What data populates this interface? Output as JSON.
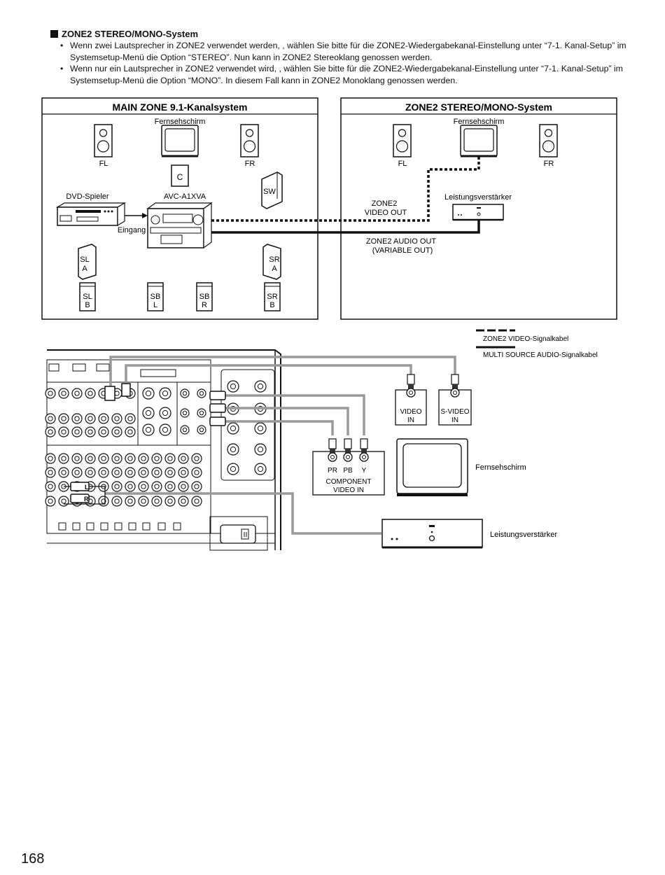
{
  "section": {
    "heading": "ZONE2 STEREO/MONO-System",
    "bullets": [
      "Wenn zwei Lautsprecher in ZONE2 verwendet werden, , wählen Sie bitte für die ZONE2-Wiedergabekanal-Einstellung unter “7-1. Kanal-Setup” im Systemsetup-Menü die Option “STEREO”. Nun kann in ZONE2 Stereoklang genossen werden.",
      "Wenn nur ein Lautsprecher in ZONE2 verwendet wird, , wählen Sie bitte für die ZONE2-Wiedergabekanal-Einstellung unter “7-1. Kanal-Setup” im Systemsetup-Menü die Option “MONO”. In diesem Fall kann in ZONE2 Monoklang genossen werden."
    ]
  },
  "main_zone": {
    "title": "MAIN ZONE 9.1-Kanalsystem",
    "tv": "Fernsehschirm",
    "fl": "FL",
    "fr": "FR",
    "c": "C",
    "sw": "SW",
    "dvd": "DVD-Spieler",
    "receiver": "AVC-A1XVA",
    "input": "Eingang",
    "sl": "SL",
    "sr": "SR",
    "sb": "SB",
    "a": "A",
    "b": "B",
    "l": "L",
    "r": "R"
  },
  "zone2": {
    "title": "ZONE2 STEREO/MONO-System",
    "tv": "Fernsehschirm",
    "fl": "FL",
    "fr": "FR",
    "amp": "Leistungsverstärker",
    "video_out_1": "ZONE2",
    "video_out_2": "VIDEO OUT",
    "audio_out_1": "ZONE2 AUDIO OUT",
    "audio_out_2": "(VARIABLE OUT)"
  },
  "legend": {
    "video": "ZONE2 VIDEO-Signalkabel",
    "audio": "MULTI SOURCE AUDIO-Signalkabel"
  },
  "connection": {
    "video_in_1": "VIDEO",
    "video_in_2": "IN",
    "svideo_in_1": "S-VIDEO",
    "svideo_in_2": "IN",
    "pr": "PR",
    "pb": "PB",
    "y": "Y",
    "component_1": "COMPONENT",
    "component_2": "VIDEO IN",
    "tv": "Fernsehschirm",
    "amp": "Leistungsverstärker"
  },
  "page_number": "168"
}
